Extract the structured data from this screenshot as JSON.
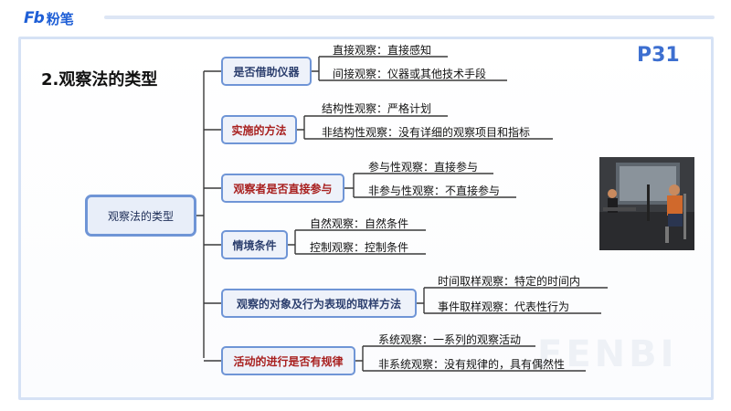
{
  "header": {
    "logo_mark": "Fb",
    "logo_text": "粉笔"
  },
  "slide": {
    "title": "2.观察法的类型",
    "page_number": "P31",
    "watermark": "FENBI"
  },
  "mindmap": {
    "root": "观察法的类型",
    "branches": [
      {
        "label": "是否借助仪器",
        "color": "#2c3f6e",
        "leaves": [
          "直接观察：直接感知",
          "间接观察：仪器或其他技术手段"
        ]
      },
      {
        "label": "实施的方法",
        "color": "#a8201f",
        "leaves": [
          "结构性观察：严格计划",
          "非结构性观察：没有详细的观察项目和指标"
        ]
      },
      {
        "label": "观察者是否直接参与",
        "color": "#a8201f",
        "leaves": [
          "参与性观察：直接参与",
          "非参与性观察：不直接参与"
        ]
      },
      {
        "label": "情境条件",
        "color": "#2c3f6e",
        "leaves": [
          "自然观察：自然条件",
          "控制观察：控制条件"
        ]
      },
      {
        "label": "观察的对象及行为表现的取样方法",
        "color": "#2c3f6e",
        "leaves": [
          "时间取样观察：特定的时间内",
          "事件取样观察：代表性行为"
        ]
      },
      {
        "label": "活动的进行是否有规律",
        "color": "#a8201f",
        "leaves": [
          "系统观察：一系列的观察活动",
          "非系统观察：没有规律的，具有偶然性"
        ]
      }
    ]
  },
  "photo": {
    "icon": "observation-room-photo"
  }
}
